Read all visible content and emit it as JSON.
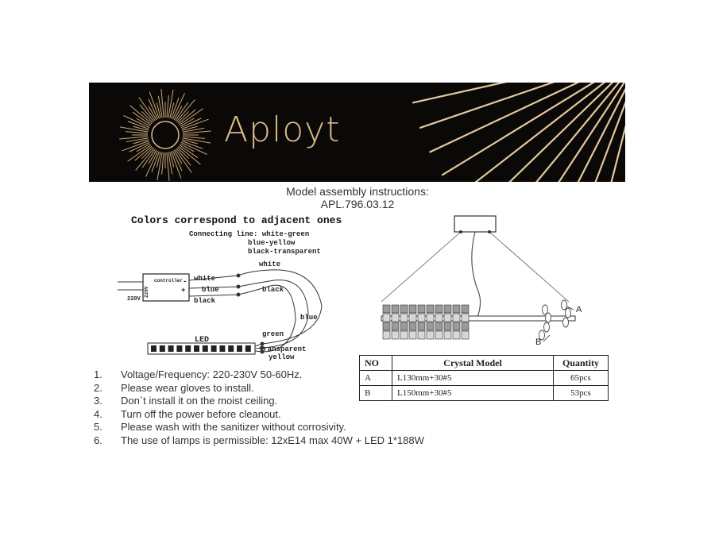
{
  "banner": {
    "brand": "Aployt"
  },
  "header": {
    "title_line1": "Model assembly instructions:",
    "title_line2": "APL.796.03.12"
  },
  "wiring": {
    "heading": "Colors correspond to adjacent ones",
    "connecting_line": "Connecting line: white-green",
    "pair2": "blue-yellow",
    "pair3": "black-transparent",
    "controller": "controller",
    "v220": "220V",
    "minus": "-",
    "plus": "+",
    "w_white": "white",
    "w_blue": "blue",
    "w_black": "black",
    "c_white": "white",
    "c_black": "black",
    "c_blue": "blue",
    "c_green": "green",
    "c_transparent": "transparent",
    "c_yellow": "yellow",
    "led": "LED"
  },
  "lamp": {
    "label_a": "A",
    "label_b": "B"
  },
  "table": {
    "headers": [
      "NO",
      "Crystal  Model",
      "Quantity"
    ],
    "rows": [
      [
        "A",
        "L130mm+30#5",
        "65pcs"
      ],
      [
        "B",
        "L150mm+30#5",
        "53pcs"
      ]
    ]
  },
  "notes": [
    {
      "num": "1.",
      "text": "Voltage/Frequency: 220-230V 50-60Hz."
    },
    {
      "num": "2.",
      "text": "Please wear gloves to install."
    },
    {
      "num": "3.",
      "text": "Don`t install it on the moist ceiling."
    },
    {
      "num": "4.",
      "text": "Turn off the power before cleanout."
    },
    {
      "num": "5.",
      "text": "Please wash with the sanitizer without corrosivity."
    },
    {
      "num": "6.",
      "text": "The use of lamps is permissible: 12xE14 max 40W + LED 1*188W"
    }
  ],
  "colors": {
    "banner_bg": "#0b0907",
    "gold": "#d9b98c"
  }
}
